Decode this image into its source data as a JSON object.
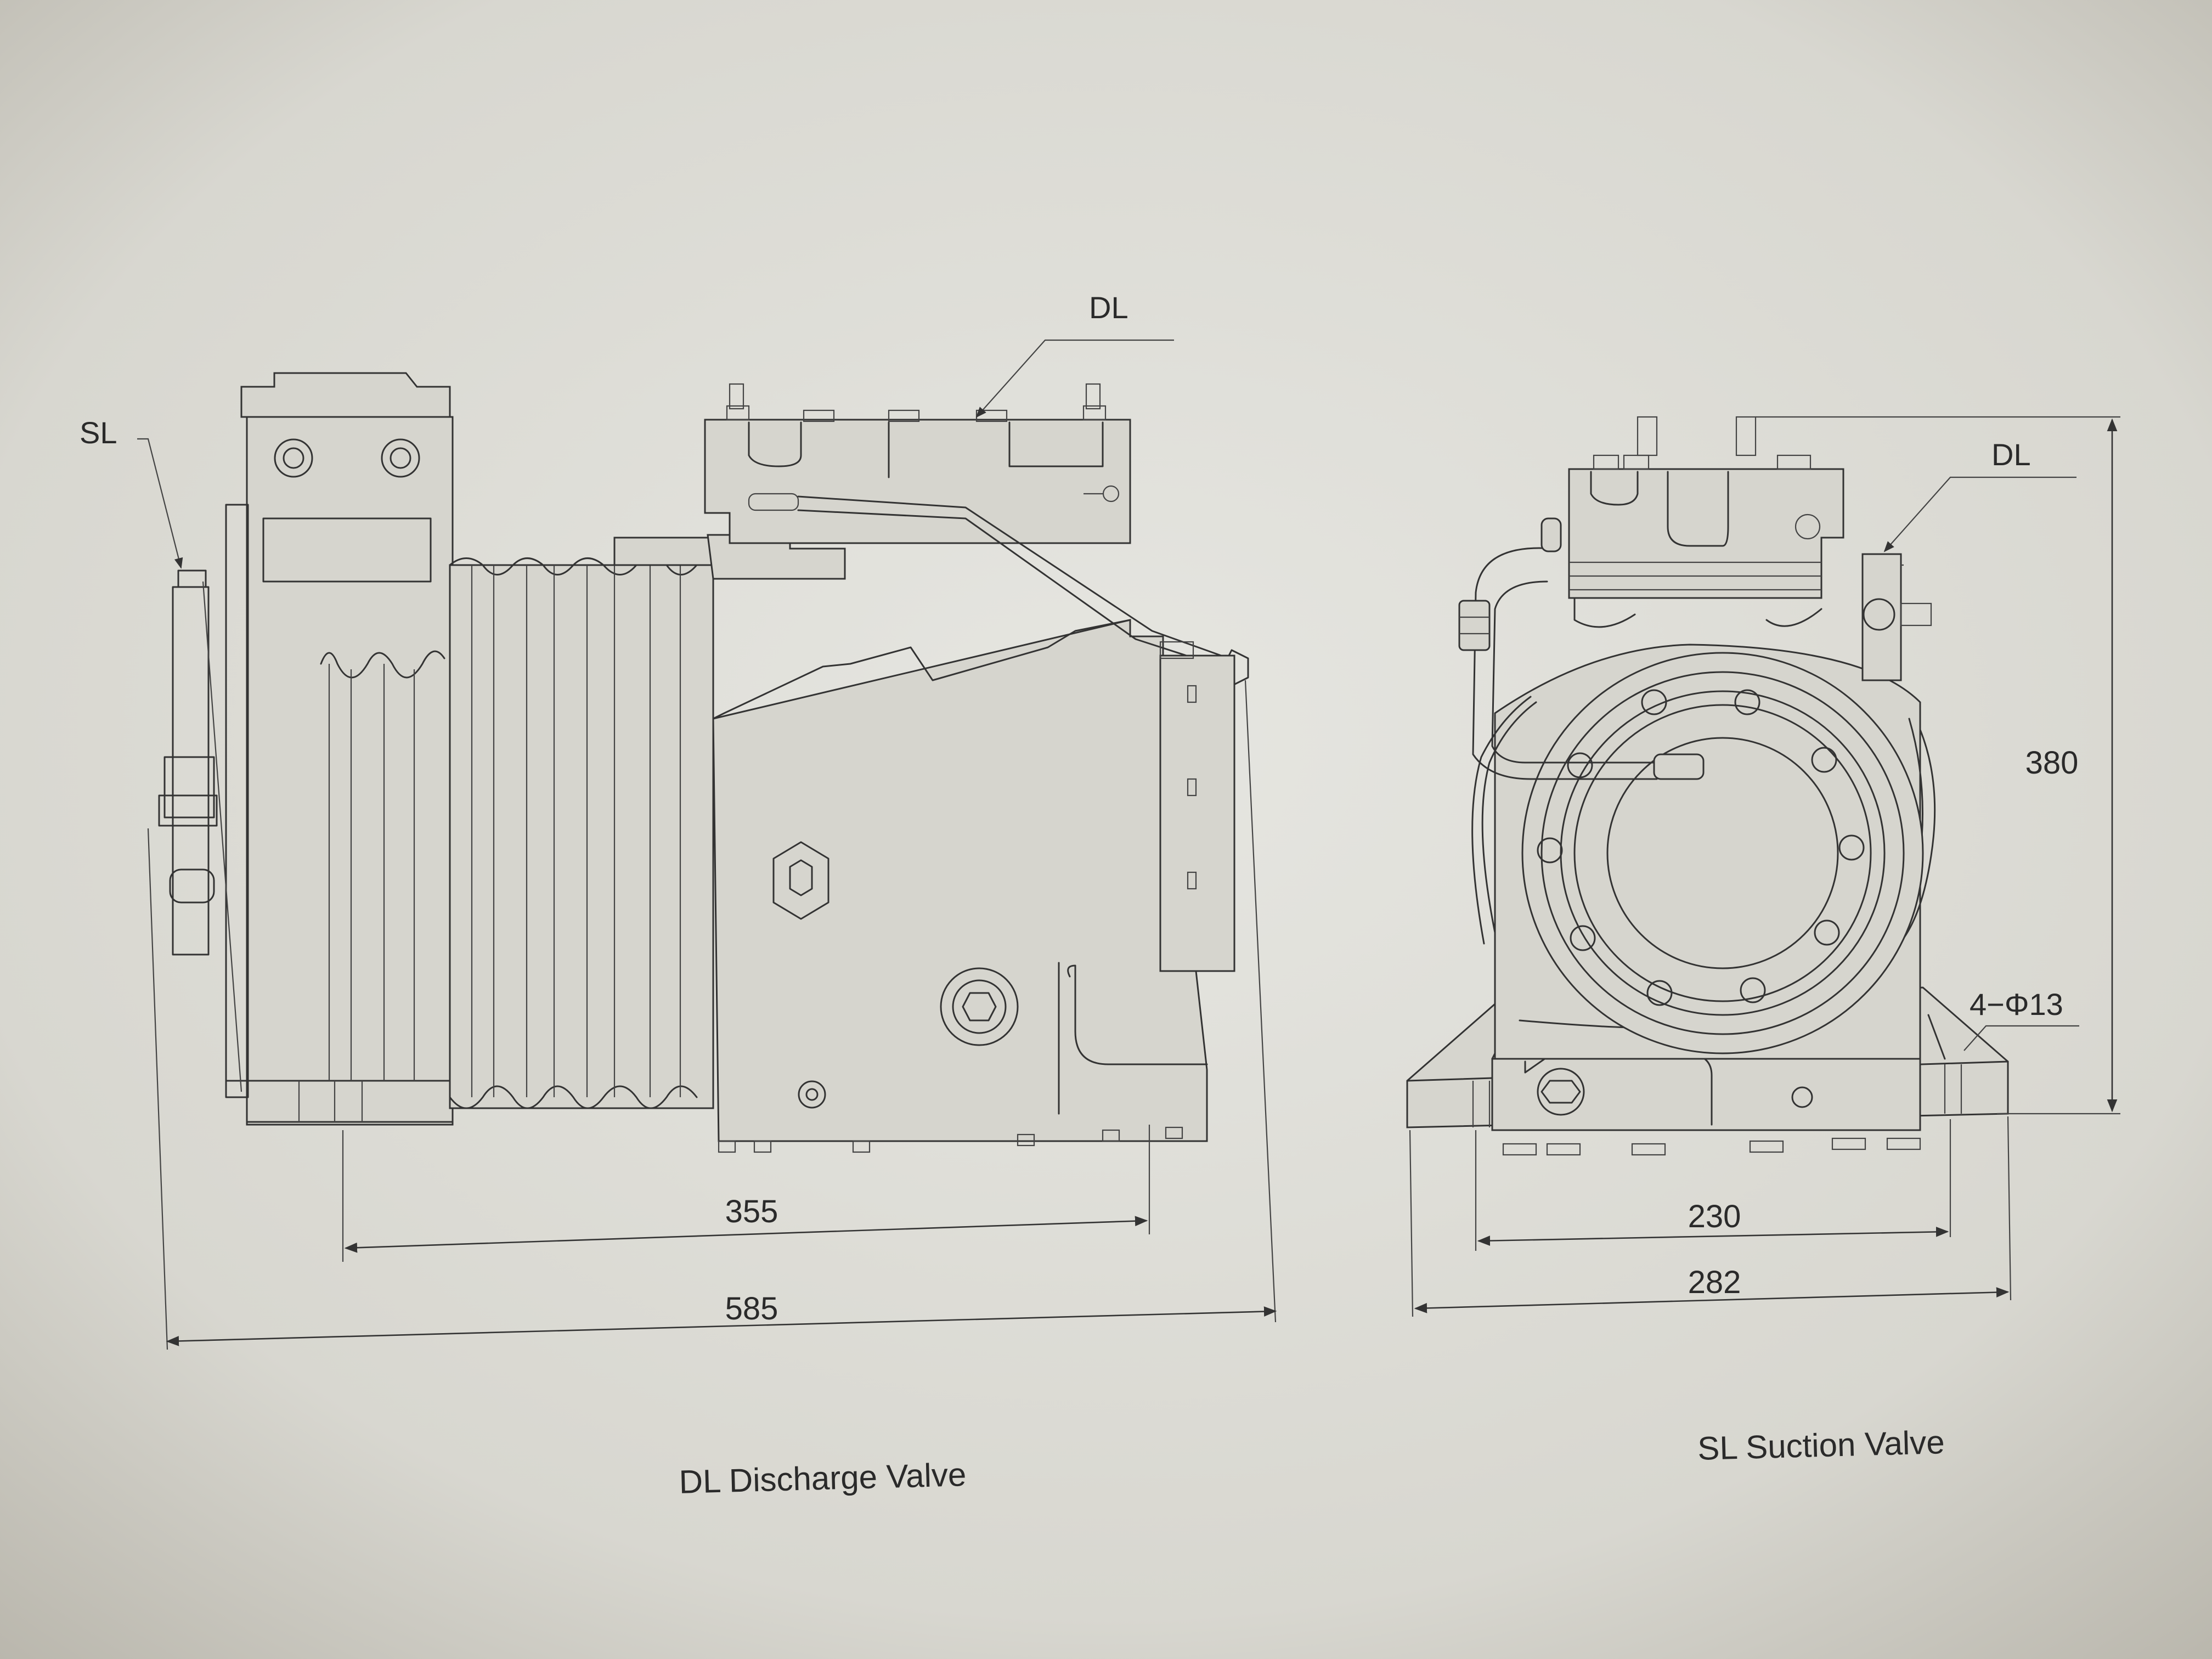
{
  "labels": {
    "sl_left": "SL",
    "dl_left": "DL",
    "dl_right": "DL",
    "holes": "4−Φ13"
  },
  "dimensions": {
    "d355": "355",
    "d585": "585",
    "d230": "230",
    "d282": "282",
    "d380": "380"
  },
  "captions": {
    "left": "DL Discharge Valve",
    "right": "SL Suction Valve"
  }
}
